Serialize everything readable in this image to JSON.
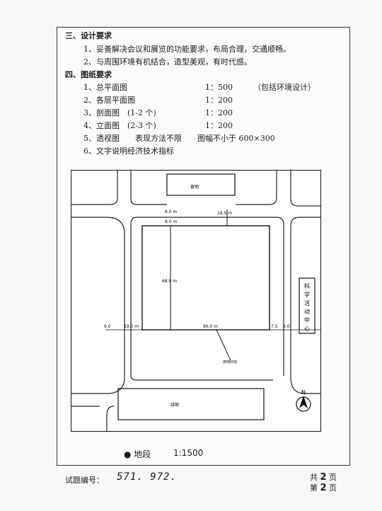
{
  "section3": {
    "heading": "三、设计要求",
    "items": [
      "1、妥善解决会议和展览的功能要求，布局合理，交通顺畅。",
      "2、与周围环境有机结合，造型美观，有时代感。"
    ]
  },
  "section4": {
    "heading": "四、图纸要求",
    "rows": [
      {
        "item": "1、总平面图",
        "scale": "1：500",
        "note": "（包括环境设计）"
      },
      {
        "item": "2、各层平面图",
        "scale": "1：200",
        "note": ""
      },
      {
        "item": "3、剖面图　(1-2 个)",
        "scale": "1：200",
        "note": ""
      },
      {
        "item": "4、立面图　(2-3 个)",
        "scale": "1：200",
        "note": ""
      },
      {
        "item": "5、透视图　　表现方法不限　　图幅不小于 600×300",
        "scale": "",
        "note": ""
      },
      {
        "item": "6、文字说明经济技术指标",
        "scale": "",
        "note": ""
      }
    ]
  },
  "site_plan": {
    "top_building_label": "留地",
    "dims": {
      "top_setback": "6.0 m",
      "top_inner": "8.0 m",
      "top_right": "18.5 m",
      "left_height": "68.0 m",
      "bottom_left": "6.0",
      "bottom_left2": "19.0 m",
      "bottom_width": "96.0 m",
      "bottom_right": "7.5",
      "bottom_right2": "6.0"
    },
    "right_building_label": "科学活动中心",
    "pointer_label": "用地红线",
    "bottom_building_label": "绿地",
    "north_label": "N",
    "caption": "● 地段",
    "caption_scale": "1:1500"
  },
  "footer": {
    "exam_label": "试题编号：",
    "exam_number": "571. 972.",
    "total_prefix": "共",
    "total_pages": "2",
    "total_suffix": "页",
    "current_prefix": "第",
    "current_page": "2",
    "current_suffix": "页"
  }
}
